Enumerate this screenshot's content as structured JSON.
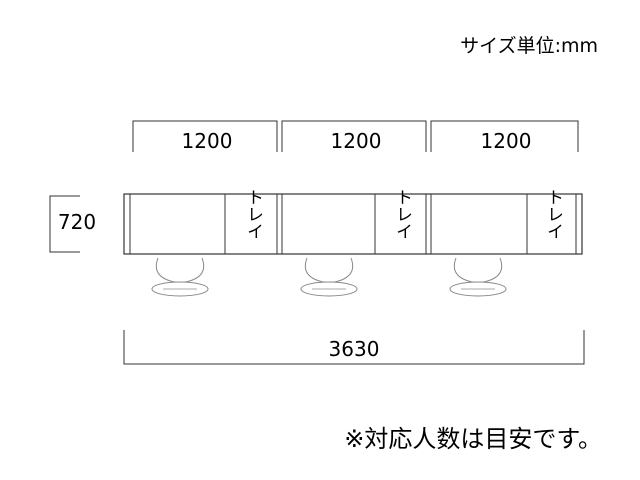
{
  "unit_label": "サイズ単位:mm",
  "widths": [
    "1200",
    "1200",
    "1200"
  ],
  "depth": "720",
  "tray_label": "トレイ",
  "total_width": "3630",
  "note": "※対応人数は目安です。",
  "desk_count": 3
}
